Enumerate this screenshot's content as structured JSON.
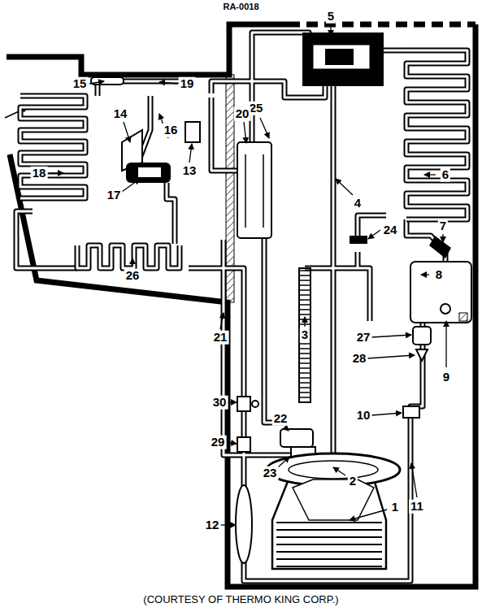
{
  "diagram": {
    "title": "RA-0018",
    "caption": "(COURTESY OF THERMO KING CORP.)",
    "labels": [
      "15",
      "19",
      "5",
      "14",
      "25",
      "18",
      "16",
      "13",
      "20",
      "6",
      "17",
      "4",
      "24",
      "26",
      "7",
      "8",
      "21",
      "3",
      "27",
      "28",
      "9",
      "30",
      "10",
      "29",
      "22",
      "23",
      "2",
      "1",
      "11",
      "12"
    ]
  }
}
